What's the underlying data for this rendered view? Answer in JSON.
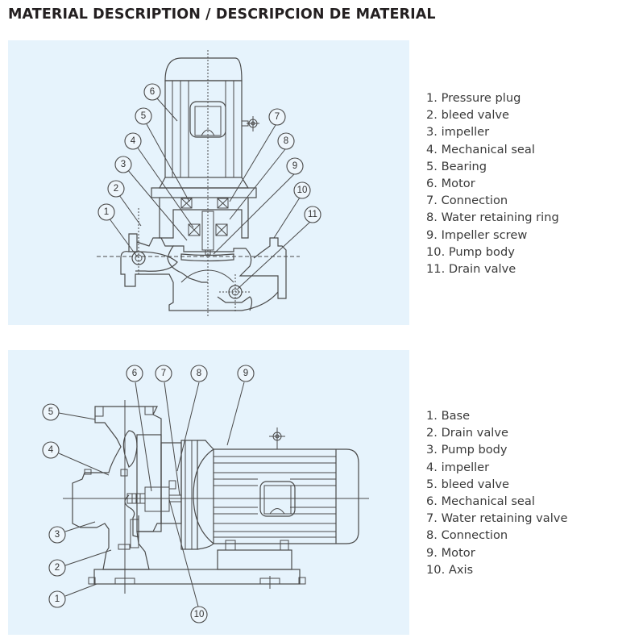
{
  "title": "MATERIAL DESCRIPTION / DESCRIPCION DE MATERIAL",
  "colors": {
    "panel_background": "#e6f3fc",
    "line": "#4a4a4a",
    "text": "#3a3a3a"
  },
  "diagrams": [
    {
      "name": "vertical-inline-pump",
      "callouts": [
        "1",
        "2",
        "3",
        "4",
        "5",
        "6",
        "7",
        "8",
        "9",
        "10",
        "11"
      ],
      "legend": [
        "1. Pressure plug",
        "2. bleed valve",
        "3. impeller",
        "4. Mechanical seal",
        "5. Bearing",
        "6. Motor",
        "7. Connection",
        "8. Water retaining ring",
        "9. Impeller screw",
        "10. Pump body",
        "11. Drain valve"
      ]
    },
    {
      "name": "horizontal-end-suction-pump",
      "callouts": [
        "1",
        "2",
        "3",
        "4",
        "5",
        "6",
        "7",
        "8",
        "9",
        "10"
      ],
      "legend": [
        "1. Base",
        "2. Drain valve",
        "3. Pump body",
        "4. impeller",
        "5. bleed valve",
        "6. Mechanical seal",
        "7. Water retaining valve",
        "8. Connection",
        "9. Motor",
        "10. Axis"
      ]
    }
  ]
}
